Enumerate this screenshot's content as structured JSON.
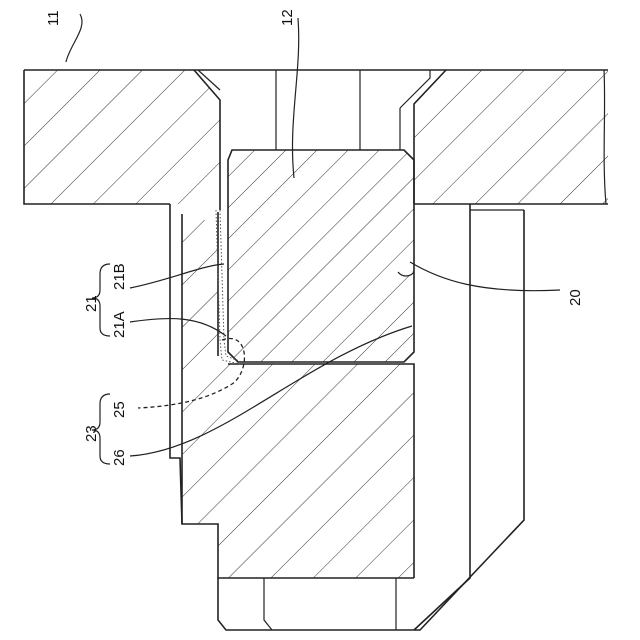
{
  "labels": {
    "ref_11": "11",
    "ref_12": "12",
    "ref_20": "20",
    "ref_21": "21",
    "ref_21A": "21A",
    "ref_21B": "21B",
    "ref_23": "23",
    "ref_25": "25",
    "ref_26": "26"
  }
}
